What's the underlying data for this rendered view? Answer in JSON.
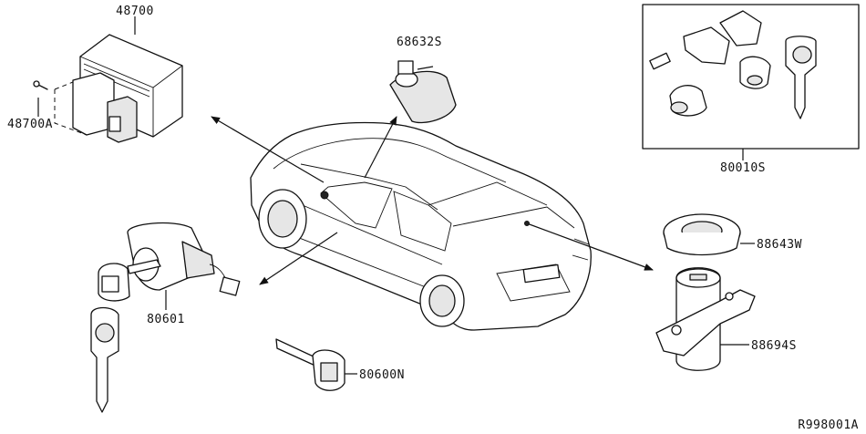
{
  "parts": {
    "ecu_module": "48700",
    "ecu_screw": "48700A",
    "cylinder_insert": "68632S",
    "cylinder_set": "80010S",
    "ring_escutcheon": "88643W",
    "trunk_lock_cylinder": "88694S",
    "door_lock_cylinder": "80601",
    "blank_key": "80600N"
  },
  "diagram_code": "R998001A",
  "colors": {
    "line": "#111111",
    "background": "#ffffff"
  }
}
